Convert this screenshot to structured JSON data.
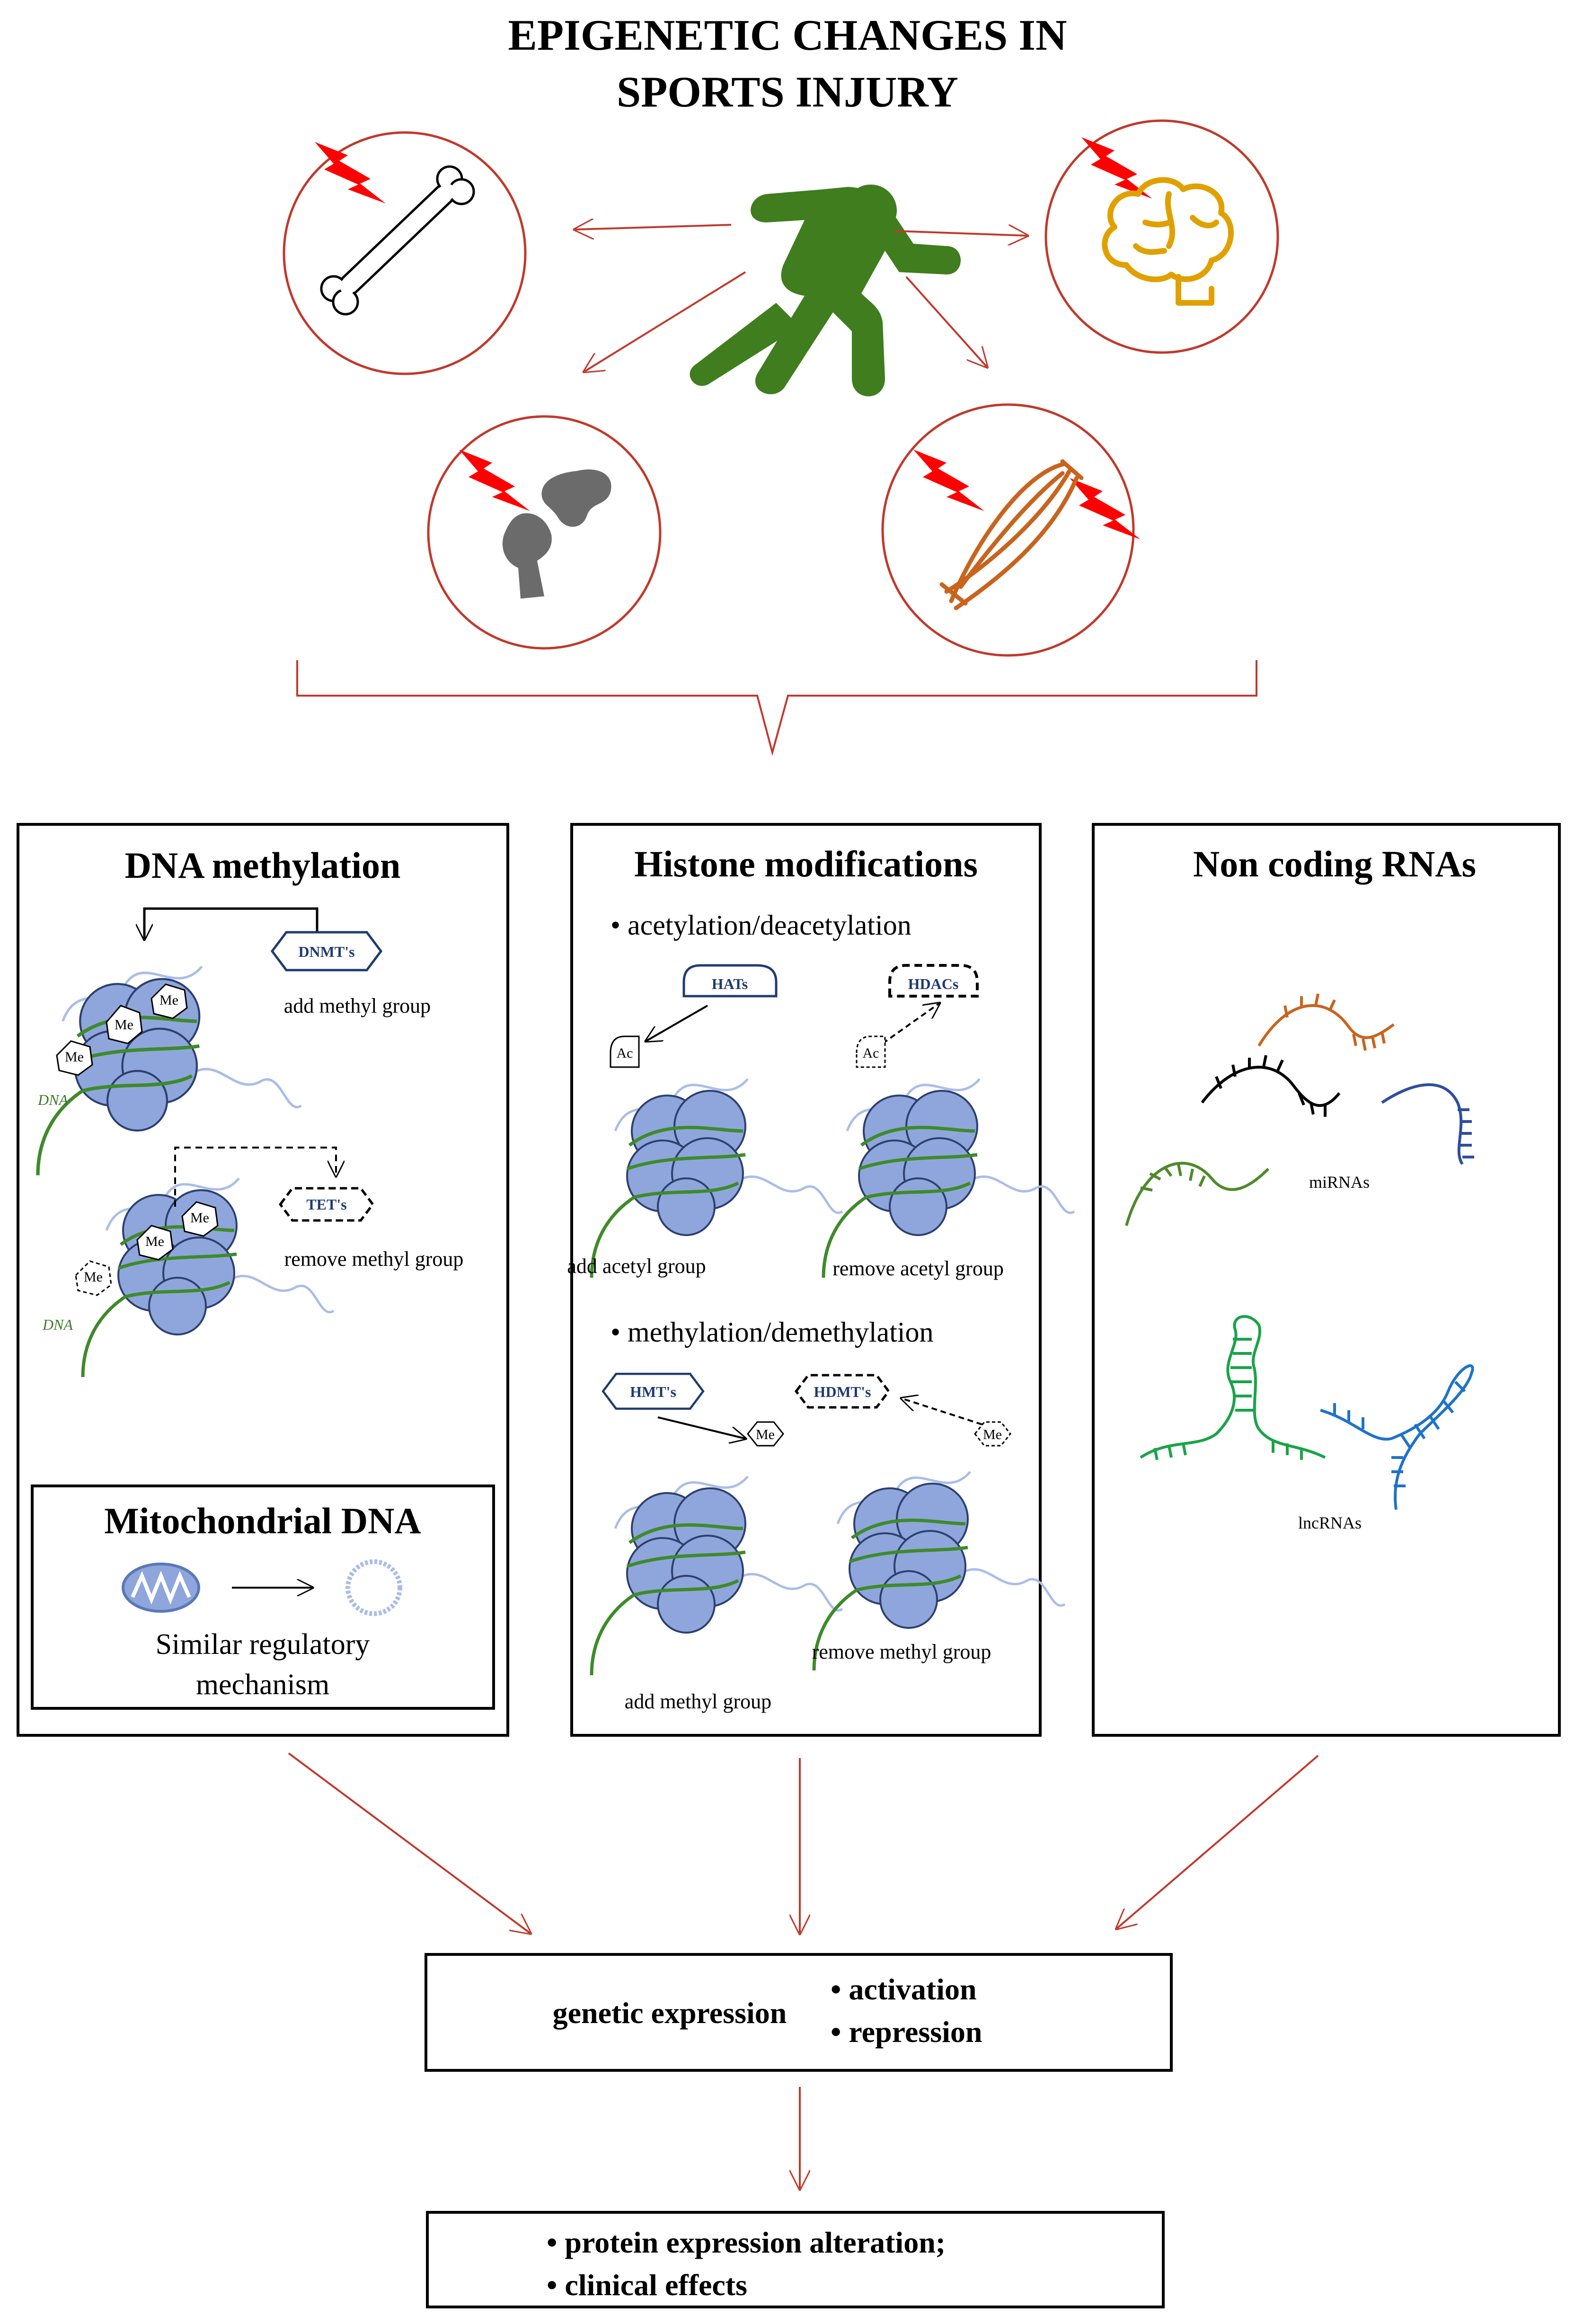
{
  "title": {
    "line1": "EPIGENETIC CHANGES IN",
    "line2": "SPORTS INJURY"
  },
  "injury_icons": [
    "bone-icon",
    "brain-icon",
    "joint-icon",
    "muscle-icon"
  ],
  "colors": {
    "arrow_red": "#c0392b",
    "bolt_red": "#ff0000",
    "runner_green": "#3f7d1e",
    "brain_gold": "#e0a100",
    "muscle_orange": "#c8641e",
    "joint_gray": "#6b6b6b",
    "nucleosome_blue": "#8ea6dc",
    "dna_green": "#3f8a2a",
    "enzyme_navy": "#1f3b70"
  },
  "dna_methylation": {
    "heading": "DNA methylation",
    "dnmt_label": "DNMT's",
    "add_label": "add methyl group",
    "tet_label": "TET's",
    "remove_label": "remove methyl group",
    "me": "Me",
    "dna": "DNA"
  },
  "mitochondrial": {
    "heading": "Mitochondrial DNA",
    "line1": "Similar regulatory",
    "line2": "mechanism"
  },
  "histone": {
    "heading": "Histone modifications",
    "bullet1": "• acetylation/deacetylation",
    "hats": "HATs",
    "hdacs": "HDACs",
    "ac": "Ac",
    "add_acetyl": "add acetyl group",
    "remove_acetyl": "remove acetyl group",
    "bullet2": "• methylation/demethylation",
    "hmts": "HMT's",
    "hdmts": "HDMT's",
    "me": "Me",
    "add_methyl": "add methyl group",
    "remove_methyl": "remove methyl group"
  },
  "ncrna": {
    "heading": "Non coding RNAs",
    "mirnas": "miRNAs",
    "lncrnas": "lncRNAs"
  },
  "expression": {
    "label": "genetic expression",
    "item1": "• activation",
    "item2": "• repression"
  },
  "outcome": {
    "item1": "•   protein expression alteration;",
    "item2": "•   clinical effects"
  }
}
